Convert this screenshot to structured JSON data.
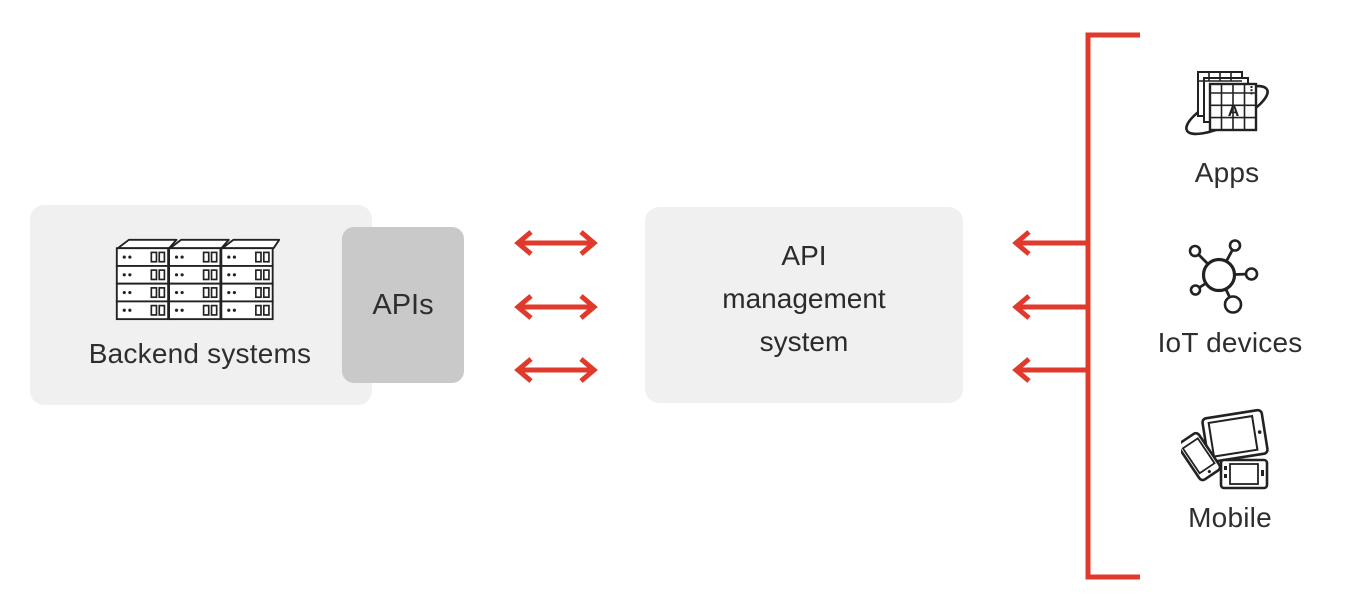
{
  "backend": {
    "label": "Backend systems",
    "icon": "server-rack-icon"
  },
  "apis": {
    "label": "APIs"
  },
  "management": {
    "label": "API management system",
    "lines": [
      "API",
      "management",
      "system"
    ]
  },
  "consumers": [
    {
      "label": "Apps",
      "icon": "apps-icon",
      "icon_letter": "A"
    },
    {
      "label": "IoT devices",
      "icon": "iot-devices-icon"
    },
    {
      "label": "Mobile",
      "icon": "mobile-devices-icon"
    }
  ],
  "connections": {
    "backend_to_management": {
      "type": "bidirectional-arrows",
      "count": 3
    },
    "consumers_to_management": {
      "type": "left-arrows",
      "count": 3
    }
  },
  "colors": {
    "accent_red": "#e03a2c",
    "box_fill": "#f0f0f0",
    "apis_box_fill": "#c9c9c9",
    "text": "#2e2e2e",
    "icon_stroke": "#222222"
  }
}
